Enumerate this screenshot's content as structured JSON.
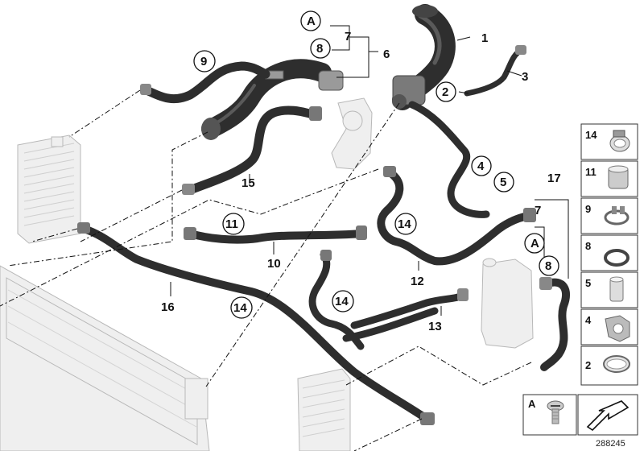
{
  "callouts": {
    "n1": "1",
    "n2": "2",
    "n3": "3",
    "n4": "4",
    "n5": "5",
    "n6": "6",
    "n7a": "7",
    "n7b": "7",
    "n8a": "8",
    "n8b": "8",
    "n9": "9",
    "n10": "10",
    "n11": "11",
    "n12": "12",
    "n13": "13",
    "n14a": "14",
    "n14b": "14",
    "n14c": "14",
    "n15": "15",
    "n16": "16",
    "n17": "17",
    "Aa": "A",
    "Ab": "A"
  },
  "legend": {
    "cells": [
      "14",
      "11",
      "9",
      "8",
      "5",
      "4",
      "2"
    ],
    "bottom_left": "A"
  },
  "footer_id": "288245",
  "icons": [
    "hose-clamp-icon",
    "sleeve-icon",
    "spring-clamp-icon",
    "o-ring-icon",
    "plug-icon",
    "bracket-clip-icon",
    "band-clamp-icon",
    "screw-plug-icon",
    "arrow-down-left-icon"
  ]
}
